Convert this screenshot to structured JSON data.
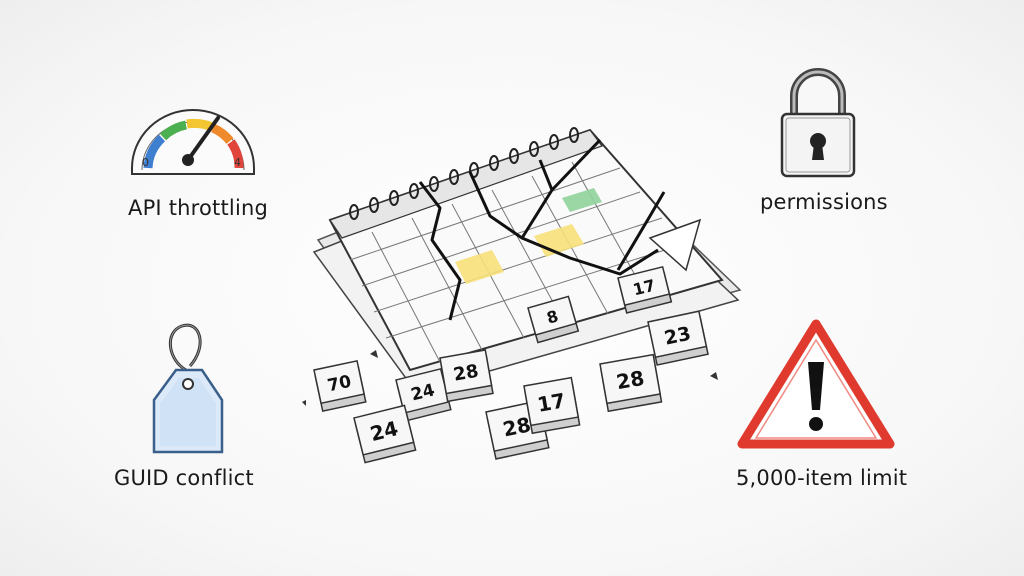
{
  "labels": {
    "api_throttling": "API throttling",
    "permissions": "permissions",
    "guid_conflict": "GUID conflict",
    "item_limit": "5,000-item limit"
  },
  "gauge": {
    "min_label": "0",
    "max_label": "4"
  },
  "tiles": [
    "70",
    "24",
    "24",
    "28",
    "8",
    "28",
    "17",
    "28",
    "23",
    "17"
  ],
  "colors": {
    "warning_red": "#e03a2e",
    "gauge_blue": "#3f7fd0",
    "gauge_green": "#4caf50",
    "gauge_yellow": "#f2c531",
    "gauge_orange": "#ef8a2c",
    "gauge_red": "#e0443a",
    "tag_blue": "#bcd6f2",
    "calendar_yellow": "#f7e07a",
    "calendar_green": "#8fd39a"
  },
  "icons": [
    "gauge-icon",
    "padlock-icon",
    "tag-icon",
    "warning-triangle-icon",
    "broken-calendar-illustration"
  ]
}
